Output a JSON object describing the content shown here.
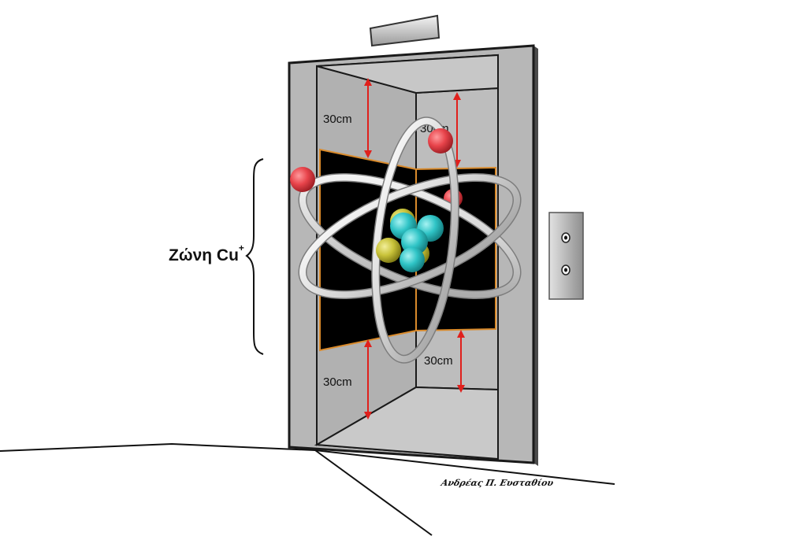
{
  "zone": {
    "name": "Ζώνη  Cu",
    "ion_charge": "+"
  },
  "dimensions": {
    "top_left": "30cm",
    "top_right": "30cm",
    "bottom_left": "30cm",
    "bottom_right": "30cm"
  },
  "signature": "Ανδρέας Π. Ευσταθίου",
  "colors": {
    "frame": "#b7b7b7",
    "frame_stroke": "#1a1a1a",
    "dark_panel": "#000000",
    "panel_edge": "#d98a2b",
    "arrow": "#e0201c",
    "electron": "#e8444b",
    "proton": "#2fc4c6",
    "neutron": "#c9c33a",
    "orbit": "#e6e6e6"
  },
  "icons": {
    "elevator_sign": "elevator-sign-icon",
    "call_buttons": "elevator-call-buttons-icon",
    "atom": "atom-icon",
    "brace": "curly-brace-icon"
  }
}
